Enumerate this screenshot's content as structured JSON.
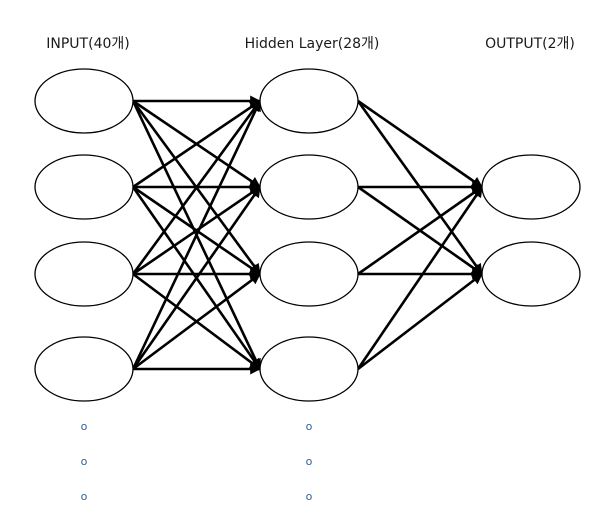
{
  "layers": [
    {
      "id": "input",
      "label": "INPUT(40개)",
      "shown_neurons": 4,
      "ellipsis": [
        "o",
        "o",
        "o"
      ]
    },
    {
      "id": "hidden",
      "label": "Hidden Layer(28개)",
      "shown_neurons": 4,
      "ellipsis": [
        "o",
        "o",
        "o"
      ]
    },
    {
      "id": "output",
      "label": "OUTPUT(2개)",
      "shown_neurons": 2,
      "ellipsis": []
    }
  ],
  "connections": "fully-connected",
  "colors": {
    "line": "#000000",
    "neuron_fill": "#ffffff",
    "neuron_stroke": "#000000",
    "ellipsis": "#2f5f9a",
    "text": "#1a1a1a"
  }
}
